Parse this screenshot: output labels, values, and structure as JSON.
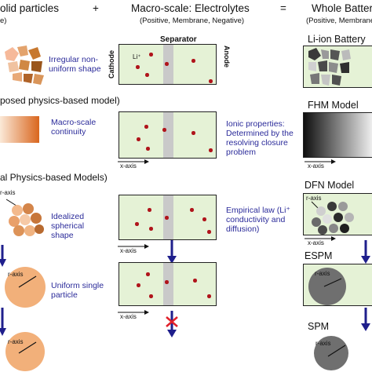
{
  "header": {
    "col1_title": "olid particles",
    "col1_sub": "e)",
    "plus": "+",
    "col2_title": "Macro-scale: Electrolytes",
    "col2_sub": "(Positive, Membrane, Negative)",
    "equals": "=",
    "col3_title": "Whole Battery",
    "col3_sub": "(Positive, Membrane"
  },
  "sections": {
    "s1": "posed physics-based model)",
    "s2": "al Physics-based Models)"
  },
  "rows": [
    {
      "left_desc": "Irregular non-uniform shape",
      "box": {
        "separator_label": "Separator",
        "left_label": "Cathode",
        "right_label": "Anode",
        "ion_label": "Li⁺"
      },
      "right_title": "Li-ion Battery"
    },
    {
      "left_desc": "Macro-scale continuity",
      "mid_desc": "Ionic properties: Determined by the resolving closure problem",
      "x_axis": "x-axis",
      "right_title": "FHM Model",
      "right_x_axis": "x-axis"
    },
    {
      "left_axis": "r-axis",
      "left_desc": "Idealized spherical shape",
      "mid_desc": "Empirical law (Li⁺ conductivity and diffusion)",
      "x_axis": "x-axis",
      "right_title": "DFN Model",
      "right_axis": "r-axis",
      "right_x_axis": "x-axis"
    },
    {
      "left_axis": "r-axis",
      "left_desc": "Uniform single particle",
      "x_axis": "x-axis",
      "right_title": "ESPM",
      "right_axis": "r-axis"
    },
    {
      "left_axis": "r-axis",
      "right_title": "SPM",
      "right_axis": "r-axis"
    }
  ],
  "colors": {
    "electrolyte_fill": "#e5f2d6",
    "separator": "#c9c9c9",
    "ion_dot": "#b0141b",
    "text_blue": "#2b2b9a",
    "arrow_blue": "#1f1f8c",
    "particle_orange": "#f2b07a",
    "cross_red": "#e0202a"
  }
}
